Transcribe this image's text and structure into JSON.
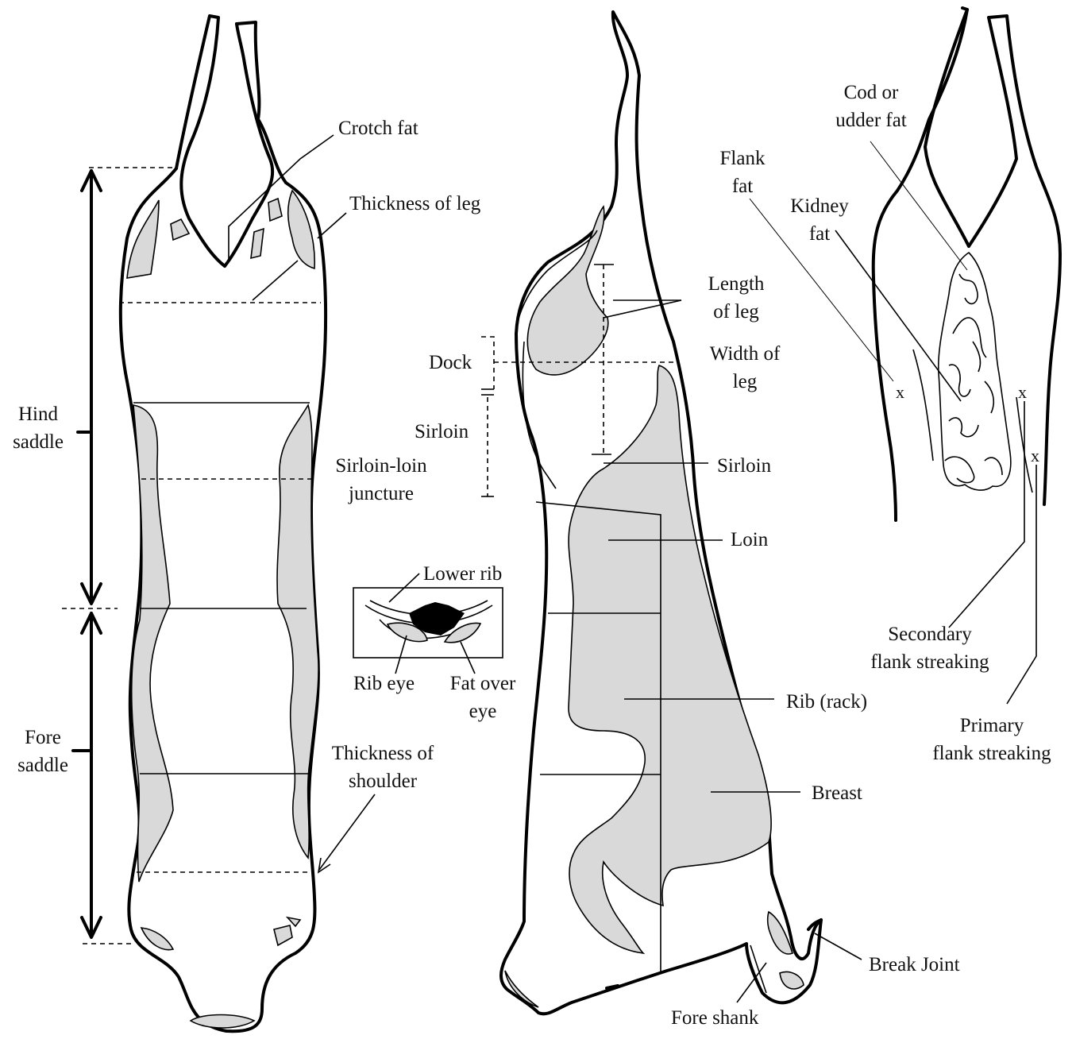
{
  "labels": {
    "crotch_fat": "Crotch fat",
    "thickness_of_leg": "Thickness of leg",
    "hind_saddle": "Hind\nsaddle",
    "sirloin_loin_juncture": "Sirloin-loin\njuncture",
    "fore_saddle": "Fore\nsaddle",
    "thickness_of_shoulder": "Thickness of\nshoulder",
    "lower_rib": "Lower rib",
    "rib_eye": "Rib eye",
    "fat_over_eye": "Fat over\neye",
    "dock": "Dock",
    "sirloin_left": "Sirloin",
    "length_of_leg": "Length\nof leg",
    "width_of_leg": "Width of\nleg",
    "sirloin_right": "Sirloin",
    "loin": "Loin",
    "rib_rack": "Rib (rack)",
    "breast": "Breast",
    "break_joint": "Break Joint",
    "fore_shank": "Fore shank",
    "cod_or_udder_fat": "Cod or\nudder fat",
    "flank_fat": "Flank\nfat",
    "kidney_fat": "Kidney\nfat",
    "secondary_flank_streaking": "Secondary\nflank streaking",
    "primary_flank_streaking": "Primary\nflank streaking",
    "x_mark": "x"
  },
  "colors": {
    "fat_fill": "#d9d9d9",
    "kidney_fat_fill": "#ffffff",
    "rib_eye_fill": "#000000",
    "outline": "#000000"
  }
}
